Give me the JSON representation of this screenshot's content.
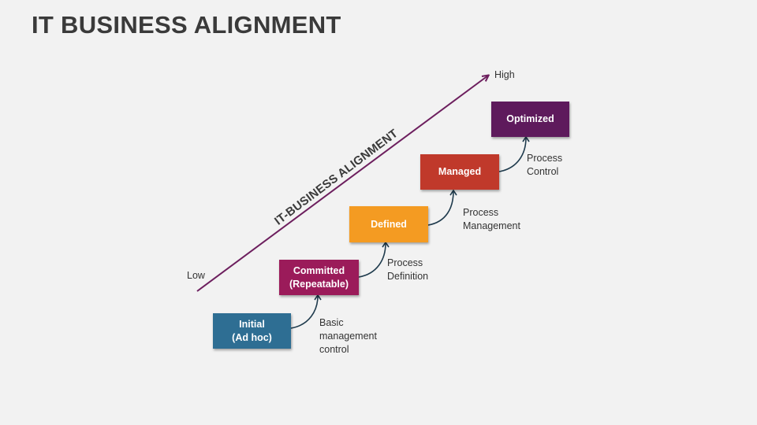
{
  "title": "IT BUSINESS ALIGNMENT",
  "axis": {
    "title": "IT-BUSINESS ALIGNMENT",
    "low_label": "Low",
    "high_label": "High",
    "color": "#6d1f5e"
  },
  "stages": [
    {
      "label": "Initial\n(Ad hoc)",
      "color": "#2e6e93",
      "transition": "Basic\nmanagement\ncontrol"
    },
    {
      "label": "Committed\n(Repeatable)",
      "color": "#9b1b5a",
      "transition": "Process\nDefinition"
    },
    {
      "label": "Defined",
      "color": "#f49b22",
      "transition": "Process\nManagement"
    },
    {
      "label": "Managed",
      "color": "#c0392b",
      "transition": "Process\nControl"
    },
    {
      "label": "Optimized",
      "color": "#5e1a5c"
    }
  ],
  "connector_color": "#1f3b4d"
}
